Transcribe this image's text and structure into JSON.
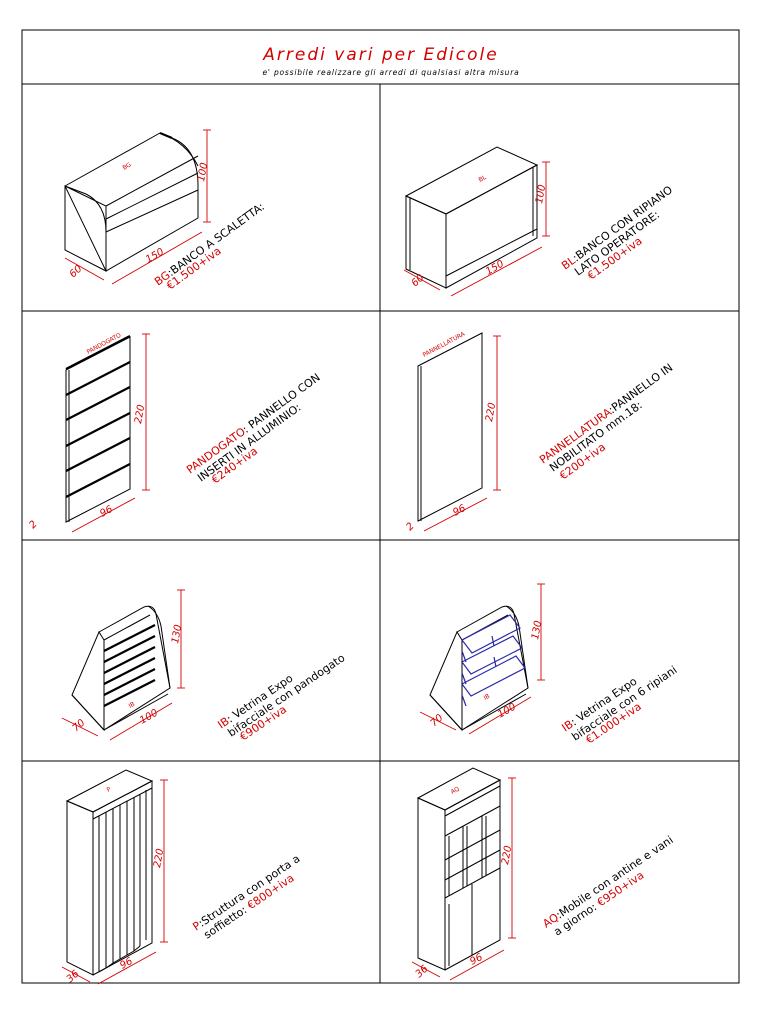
{
  "header": {
    "title": "Arredi vari per Edicole",
    "subtitle": "e' possibile realizzare gli arredi di qualsiasi altra misura"
  },
  "colors": {
    "accent_red": "#d40000",
    "line": "#000000",
    "shelf_blue": "#2a2aa8"
  },
  "items": {
    "bg": {
      "tag": "BG",
      "dims": {
        "height": "100",
        "width": "150",
        "depth": "60"
      },
      "code": "BG",
      "name": ":BANCO A SCALETTA:",
      "price": "€1.500+iva"
    },
    "bl": {
      "tag": "BL",
      "dims": {
        "height": "100",
        "width": "150",
        "depth": "60"
      },
      "code": "BL",
      "name": ":BANCO CON RIPIANO",
      "name2": "LATO OPERATORE:",
      "price": "€1.500+iva"
    },
    "pandogato": {
      "tag": "PANDOGATO",
      "dims": {
        "height": "220",
        "width": "96",
        "depth": "2"
      },
      "code": "PANDOGATO",
      "name": ": PANNELLO CON",
      "name2": "INSERTI IN ALLUMINIO:",
      "price": "€240+iva"
    },
    "pannellatura": {
      "tag": "PANNELLATURA",
      "dims": {
        "height": "220",
        "width": "96",
        "depth": "2"
      },
      "code": "PANNELLATURA",
      "name": ":PANNELLO IN",
      "name2": "NOBILITATO mm.18:",
      "price": "€200+iva"
    },
    "ib1": {
      "tag": "IB",
      "dims": {
        "height": "130",
        "width": "100",
        "depth": "70"
      },
      "code": "IB",
      "name": ": Vetrina Expo",
      "name2": "bifacciale con pandogato",
      "price": "€900+iva"
    },
    "ib2": {
      "tag": "IB",
      "dims": {
        "height": "130",
        "width": "100",
        "depth": "70"
      },
      "code": "IB",
      "name": ": Vetrina Expo",
      "name2": "bifacciale con 6 ripiani",
      "price": "€1.000+iva"
    },
    "p": {
      "tag": "P",
      "dims": {
        "height": "220",
        "width": "96",
        "depth": "36"
      },
      "code": "P",
      "name": ":Struttura con porta a",
      "name2": "soffietto:",
      "price": "€800+iva"
    },
    "aq": {
      "tag": "AQ",
      "dims": {
        "height": "220",
        "width": "96",
        "depth": "36"
      },
      "code": "AQ",
      "name": ":Mobile con antine e vani",
      "name2": "a giorno:",
      "price": "€950+iva"
    }
  }
}
